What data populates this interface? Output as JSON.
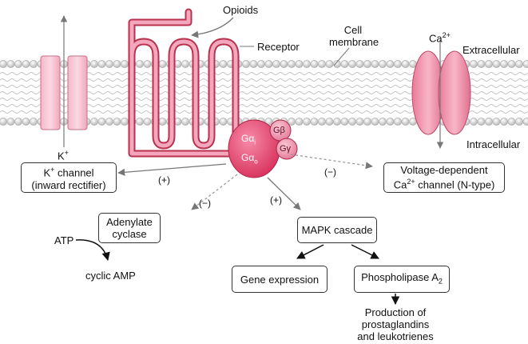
{
  "labels": {
    "opioids": "Opioids",
    "receptor": "Receptor",
    "cell_membrane_1": "Cell",
    "cell_membrane_2": "membrane",
    "ca_top": "Ca",
    "ca_top_sup": "2+",
    "extracellular": "Extracellular",
    "intracellular": "Intracellular",
    "k_ion": "K",
    "k_ion_sup": "+",
    "plus_k": "(+)",
    "minus_ca": "(−)",
    "minus_ac": "(−)",
    "plus_mapk": "(+)",
    "atp": "ATP",
    "camp": "cyclic AMP",
    "g_alpha_i": "Gα",
    "g_alpha_i_sub": "i",
    "g_alpha_o": "Gα",
    "g_alpha_o_sub": "o",
    "g_beta": "Gβ",
    "g_gamma": "Gγ"
  },
  "boxes": {
    "k_channel_1": "K",
    "k_channel_sup": "+",
    "k_channel_1b": " channel",
    "k_channel_2": "(inward rectifier)",
    "ca_channel_1": "Voltage-dependent",
    "ca_channel_2a": "Ca",
    "ca_channel_sup": "2+",
    "ca_channel_2b": " channel (N-type)",
    "adenylate_1": "Adenylate",
    "adenylate_2": "cyclase",
    "mapk": "MAPK cascade",
    "gene": "Gene expression",
    "pla2": "Phospholipase A",
    "pla2_sub": "2"
  },
  "products": {
    "line1": "Production of",
    "line2": "prostaglandins",
    "line3": "and leukotrienes"
  },
  "colors": {
    "protein_fill": "#f2b8c8",
    "receptor_stroke": "#c0405a",
    "g_protein_fill": "#e8547a",
    "lipid_head": "#e4e4e4"
  }
}
